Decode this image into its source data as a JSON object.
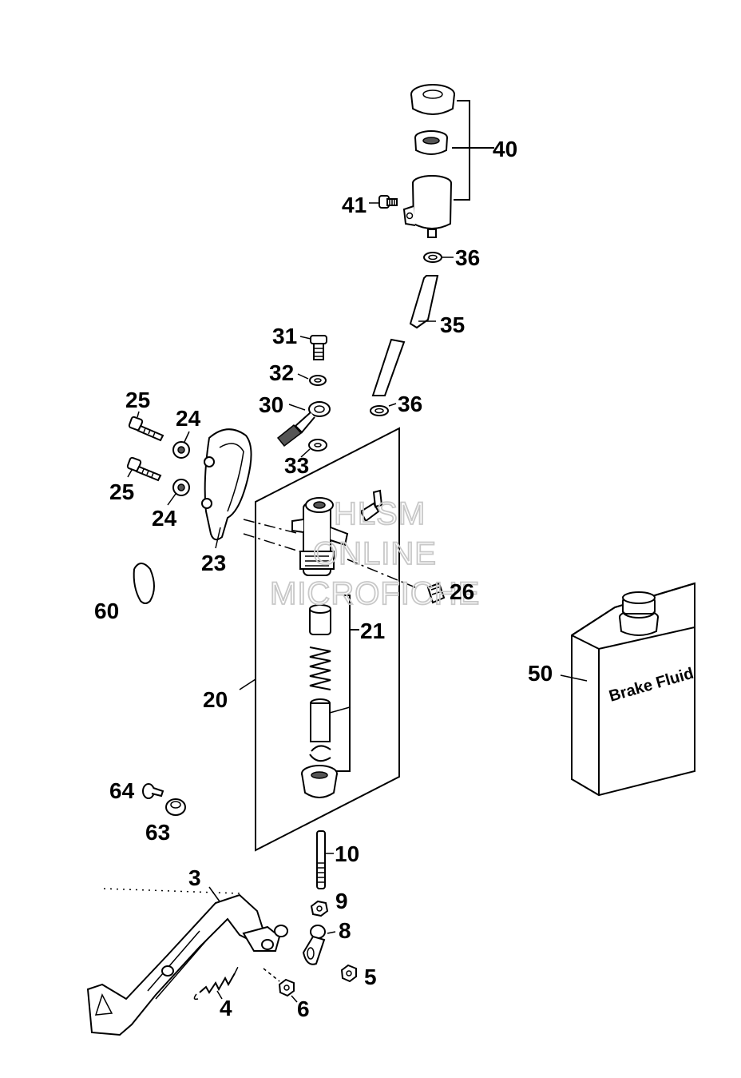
{
  "callouts": [
    {
      "id": "p40",
      "label": "40"
    },
    {
      "id": "p41",
      "label": "41"
    },
    {
      "id": "p36a",
      "label": "36"
    },
    {
      "id": "p35",
      "label": "35"
    },
    {
      "id": "p31",
      "label": "31"
    },
    {
      "id": "p32",
      "label": "32"
    },
    {
      "id": "p36b",
      "label": "36"
    },
    {
      "id": "p30",
      "label": "30"
    },
    {
      "id": "p33",
      "label": "33"
    },
    {
      "id": "p25a",
      "label": "25"
    },
    {
      "id": "p24a",
      "label": "24"
    },
    {
      "id": "p25b",
      "label": "25"
    },
    {
      "id": "p24b",
      "label": "24"
    },
    {
      "id": "p23",
      "label": "23"
    },
    {
      "id": "p26",
      "label": "26"
    },
    {
      "id": "p60",
      "label": "60"
    },
    {
      "id": "p21",
      "label": "21"
    },
    {
      "id": "p50",
      "label": "50"
    },
    {
      "id": "p20",
      "label": "20"
    },
    {
      "id": "p64",
      "label": "64"
    },
    {
      "id": "p63",
      "label": "63"
    },
    {
      "id": "p10",
      "label": "10"
    },
    {
      "id": "p3",
      "label": "3"
    },
    {
      "id": "p9",
      "label": "9"
    },
    {
      "id": "p8",
      "label": "8"
    },
    {
      "id": "p5",
      "label": "5"
    },
    {
      "id": "p4",
      "label": "4"
    },
    {
      "id": "p6",
      "label": "6"
    }
  ],
  "container_label": "Brake Fluid",
  "watermark": [
    "HLSM",
    "ONLINE",
    "MICROFICHE"
  ]
}
